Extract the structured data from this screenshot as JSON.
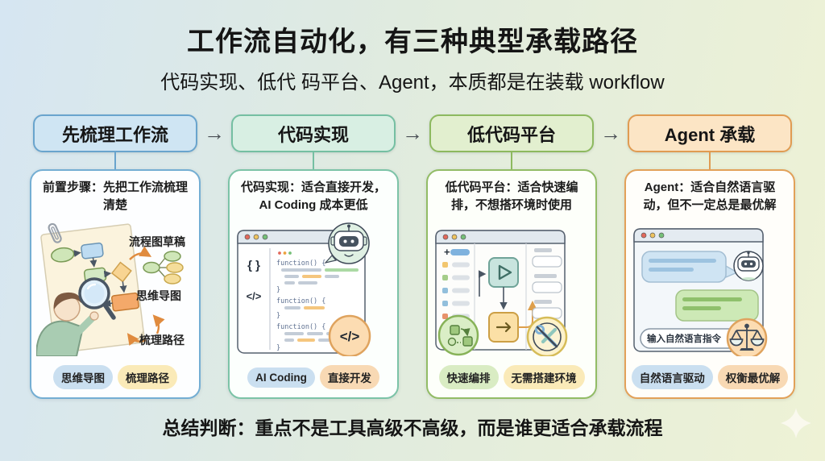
{
  "page": {
    "title": "工作流自动化，有三种典型承载路径",
    "subtitle": "代码实现、低代 码平台、Agent，本质都是在装载 workflow",
    "summary": "总结判断：重点不是工具高级不高级，而是谁更适合承载流程"
  },
  "flow_steps": [
    {
      "label": "先梳理工作流",
      "fill": "#cfe5f3",
      "border": "#69a4cd"
    },
    {
      "label": "代码实现",
      "fill": "#d8efe3",
      "border": "#75bfa2"
    },
    {
      "label": "低代码平台",
      "fill": "#e2efcf",
      "border": "#8db95f"
    },
    {
      "label": "Agent 承载",
      "fill": "#fce5c5",
      "border": "#e09b52"
    }
  ],
  "icons": {
    "arrow_right": "→",
    "add": "+"
  },
  "cards": [
    {
      "desc": "前置步骤：先把工作流梳理清楚",
      "accent_border": "#74aed3",
      "annotations": [
        "流程图草稿",
        "思维导图",
        "梳理路径"
      ],
      "badges": [
        {
          "label": "思维导图",
          "bg": "#cadff0"
        },
        {
          "label": "梳理路径",
          "bg": "#faeab8"
        }
      ]
    },
    {
      "desc": "代码实现：适合直接开发，AI Coding 成本更低",
      "accent_border": "#7cc3a7",
      "editor": {
        "gutter": [
          "{ }",
          "</>"
        ],
        "function_line": "function() {",
        "closing_brace": "}",
        "corner_badge": "</>"
      },
      "badges": [
        {
          "label": "AI Coding",
          "bg": "#cadff0"
        },
        {
          "label": "直接开发",
          "bg": "#f8d9b4"
        }
      ]
    },
    {
      "desc": "低代码平台：适合快速编排，不想搭环境时使用",
      "accent_border": "#92bc66",
      "badges": [
        {
          "label": "快速编排",
          "bg": "#d9ecc3"
        },
        {
          "label": "无需搭建环境",
          "bg": "#faeab8"
        }
      ]
    },
    {
      "desc": "Agent：适合自然语言驱动，但不一定总是最优解",
      "accent_border": "#e2a159",
      "chat_input": "输入自然语言指令",
      "badges": [
        {
          "label": "自然语言驱动",
          "bg": "#cadff0"
        },
        {
          "label": "权衡最优解",
          "bg": "#f8d9b4"
        }
      ]
    }
  ]
}
